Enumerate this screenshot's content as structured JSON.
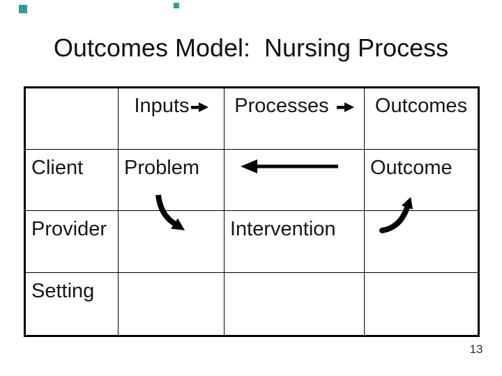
{
  "slide": {
    "title": "Outcomes Model:  Nursing Process",
    "page_number": "13"
  },
  "table": {
    "header": {
      "inputs": "Inputs",
      "processes": "Processes",
      "outcomes": "Outcomes"
    },
    "rows": {
      "client": {
        "label": "Client",
        "problem": "Problem",
        "outcome": "Outcome"
      },
      "provider": {
        "label": "Provider",
        "intervention": "Intervention"
      },
      "setting": {
        "label": "Setting"
      }
    }
  },
  "icons": {
    "inputs_arrow": "right-arrow",
    "processes_arrow": "right-arrow",
    "feedback_arrow": "left-arrow",
    "problem_to_intervention_arrow": "curved-down-right-arrow",
    "intervention_to_outcome_arrow": "curved-up-right-arrow",
    "corner_markers": "teal-squares"
  },
  "colors": {
    "accent": "#2E9C90",
    "line": "#000000",
    "text": "#161616"
  }
}
